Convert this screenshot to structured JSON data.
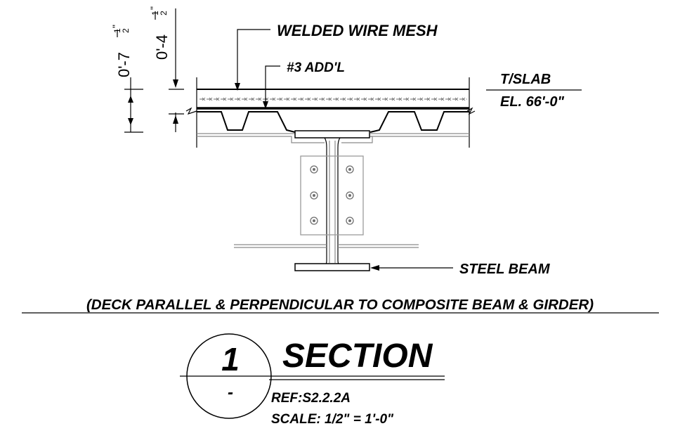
{
  "labels": {
    "welded_wire_mesh": "WELDED WIRE MESH",
    "add_bar": "#3  ADD'L",
    "top_of_slab": "T/SLAB",
    "elevation": "EL. 66'-0\"",
    "steel_beam": "STEEL BEAM",
    "caption": "(DECK PARALLEL & PERPENDICULAR TO COMPOSITE BEAM & GIRDER)"
  },
  "dimensions": {
    "slab_depth_feet": "0'",
    "slab_depth_inches": "-7",
    "slab_depth_frac_num": "1",
    "slab_depth_frac_den": "2",
    "topping_depth_feet": "0'",
    "topping_depth_inches": "-4",
    "topping_depth_frac_num": "1",
    "topping_depth_frac_den": "2",
    "inch_mark": "\""
  },
  "section_tag": {
    "number": "1",
    "sheet": "-",
    "title": "SECTION",
    "reference": "REF:S2.2.2A",
    "scale": "SCALE: 1/2\" = 1'-0\""
  }
}
